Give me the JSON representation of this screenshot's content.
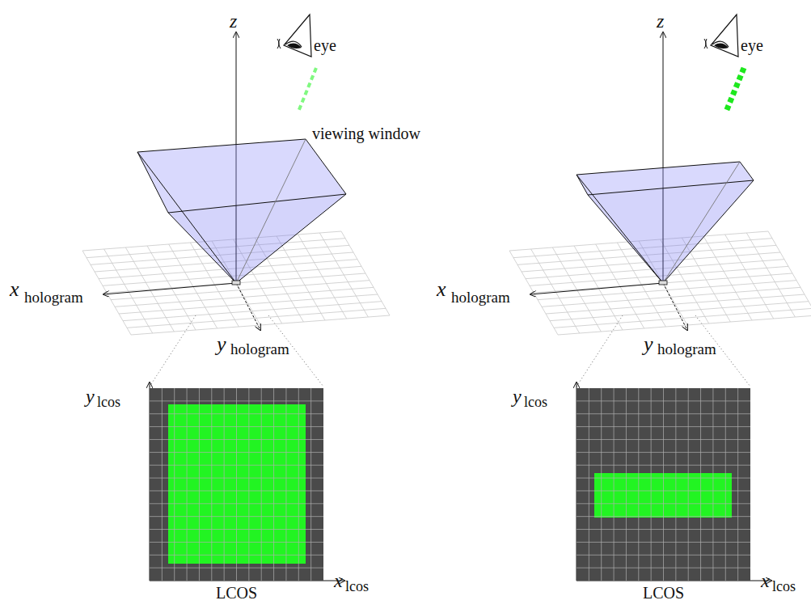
{
  "diagram": {
    "nodes": [
      {
        "text": [
          "LCOS"
        ]
      },
      {
        "text": [
          "LCOS"
        ]
      }
    ],
    "labels": [
      "eye",
      "z",
      "viewing window",
      "x",
      "hologram",
      "y",
      "hologram",
      "y",
      "lcos",
      "x",
      "lcos",
      "eye",
      "z",
      "x",
      "hologram",
      "y",
      "hologram",
      "y",
      "lcos",
      "x",
      "lcos"
    ]
  }
}
